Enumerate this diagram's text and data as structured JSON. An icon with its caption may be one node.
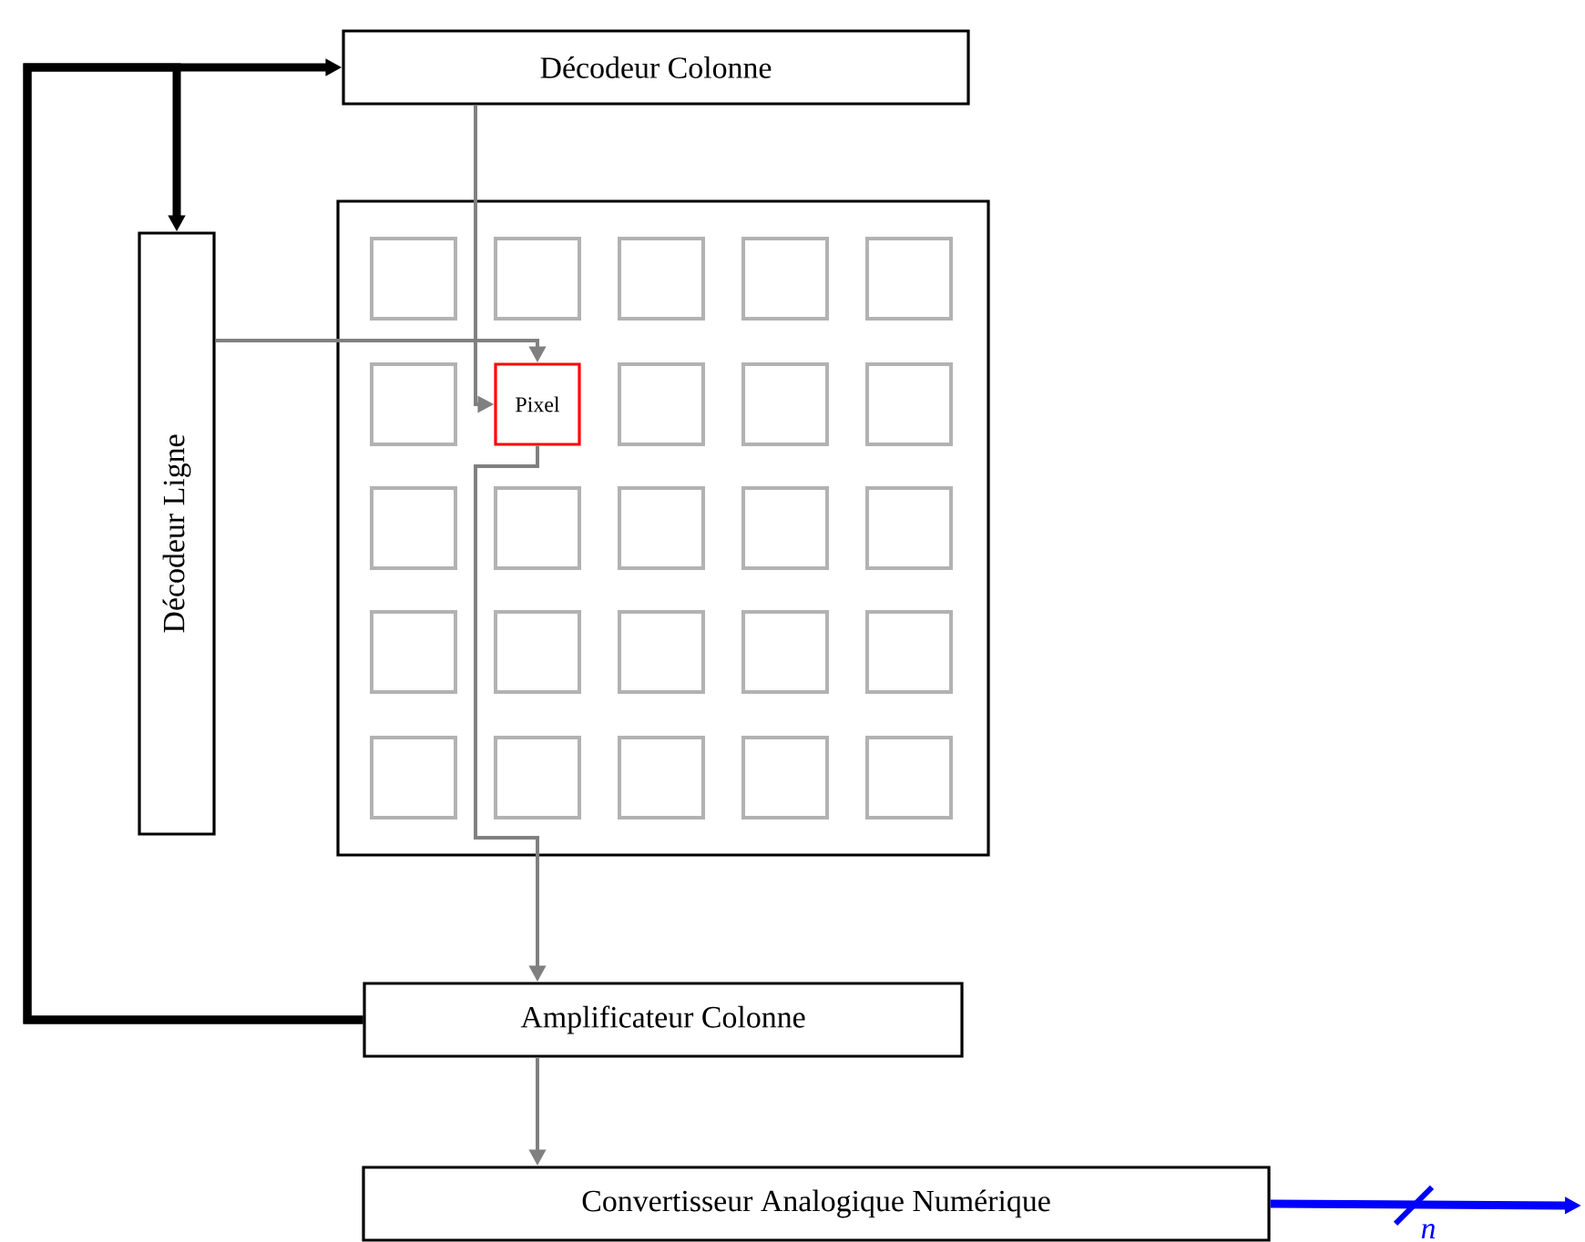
{
  "diagram": {
    "nodes": [
      {
        "text": [
          "Décodeur Colonne"
        ]
      },
      {
        "text": [
          "Décodeur Ligne"
        ]
      },
      {
        "text": [],
        "shape": "box"
      },
      {
        "text": [],
        "shape": "box",
        "in": 2
      },
      {
        "text": [],
        "shape": "box",
        "in": 2
      },
      {
        "text": [],
        "shape": "box",
        "in": 2
      },
      {
        "text": [],
        "shape": "box",
        "in": 2
      },
      {
        "text": [],
        "shape": "box",
        "in": 2
      },
      {
        "text": [],
        "shape": "box",
        "in": 2
      },
      {
        "text": [
          "Pixel"
        ],
        "in": 2
      },
      {
        "text": [],
        "shape": "box",
        "in": 2
      },
      {
        "text": [],
        "shape": "box",
        "in": 2
      },
      {
        "text": [],
        "shape": "box",
        "in": 2
      },
      {
        "text": [],
        "shape": "box",
        "in": 2
      },
      {
        "text": [],
        "shape": "box",
        "in": 2
      },
      {
        "text": [],
        "shape": "box",
        "in": 2
      },
      {
        "text": [],
        "shape": "box",
        "in": 2
      },
      {
        "text": [],
        "shape": "box",
        "in": 2
      },
      {
        "text": [],
        "shape": "box",
        "in": 2
      },
      {
        "text": [],
        "shape": "box",
        "in": 2
      },
      {
        "text": [],
        "shape": "box",
        "in": 2
      },
      {
        "text": [],
        "shape": "box",
        "in": 2
      },
      {
        "text": [],
        "shape": "box",
        "in": 2
      },
      {
        "text": [],
        "shape": "box",
        "in": 2
      },
      {
        "text": [],
        "shape": "box",
        "in": 2
      },
      {
        "text": [],
        "shape": "box",
        "in": 2
      },
      {
        "text": [],
        "shape": "box",
        "in": 2
      },
      {
        "text": [],
        "shape": "box",
        "in": 2
      },
      {
        "text": [
          "Amplificateur Colonne"
        ]
      },
      {
        "text": [
          "Convertisseur Analogique Numérique"
        ]
      }
    ],
    "edges": [
      {
        "from": 28,
        "to": 0,
        "arrow": "to",
        "style": "thick",
        "color": "#000000"
      },
      {
        "from": 28,
        "to": 1,
        "arrow": "to",
        "style": "thick",
        "color": "#000000"
      },
      {
        "from": 0,
        "to": 9,
        "arrow": "to"
      },
      {
        "from": 1,
        "to": 9,
        "arrow": "to"
      },
      {
        "from": 9,
        "to": 28,
        "arrow": "to"
      },
      {
        "from": 28,
        "to": 29,
        "arrow": "to"
      },
      {
        "from": 29,
        "to": null,
        "arrow": "to",
        "label": "n",
        "style": "thick",
        "color": "#0000ff"
      }
    ]
  }
}
